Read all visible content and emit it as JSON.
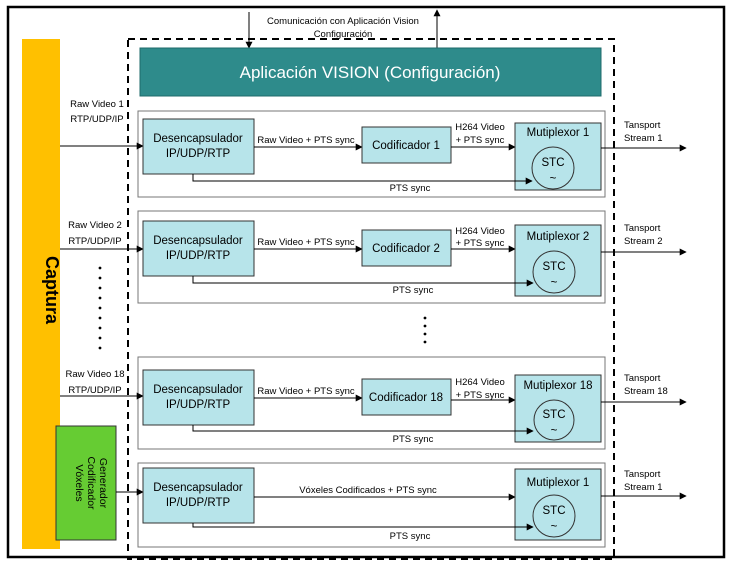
{
  "top_note": {
    "line1": "Comunicación con Aplicación Vision",
    "line2": "Configuración"
  },
  "app_bar": {
    "label": "Aplicación VISION (Configuración)"
  },
  "capture": {
    "label": "Captura"
  },
  "generator": {
    "line1": "Generador",
    "line2": "Codificador",
    "line3": "Vóxeles"
  },
  "channels": [
    {
      "input_line1": "Raw Video 1",
      "input_line2": "RTP/UDP/IP",
      "decap_line1": "Desencapsulador",
      "decap_line2": "IP/UDP/RTP",
      "to_encoder": "Raw Video + PTS sync",
      "encoder": "Codificador 1",
      "h264_line1": "H264 Video",
      "h264_line2": "+ PTS sync",
      "mux": "Mutiplexor 1",
      "stc": "STC",
      "stc_symbol": "~",
      "pts": "PTS sync",
      "out_line1": "Tansport",
      "out_line2": "Stream 1"
    },
    {
      "input_line1": "Raw Video 2",
      "input_line2": "RTP/UDP/IP",
      "decap_line1": "Desencapsulador",
      "decap_line2": "IP/UDP/RTP",
      "to_encoder": "Raw Video + PTS sync",
      "encoder": "Codificador 2",
      "h264_line1": "H264 Video",
      "h264_line2": "+ PTS sync",
      "mux": "Mutiplexor 2",
      "stc": "STC",
      "stc_symbol": "~",
      "pts": "PTS sync",
      "out_line1": "Tansport",
      "out_line2": "Stream 2"
    },
    {
      "input_line1": "Raw Video 18",
      "input_line2": "RTP/UDP/IP",
      "decap_line1": "Desencapsulador",
      "decap_line2": "IP/UDP/RTP",
      "to_encoder": "Raw Video + PTS sync",
      "encoder": "Codificador 18",
      "h264_line1": "H264 Video",
      "h264_line2": "+ PTS sync",
      "mux": "Mutiplexor 18",
      "stc": "STC",
      "stc_symbol": "~",
      "pts": "PTS sync",
      "out_line1": "Tansport",
      "out_line2": "Stream 18"
    }
  ],
  "voxel_channel": {
    "decap_line1": "Desencapsulador",
    "decap_line2": "IP/UDP/RTP",
    "to_mux": "Vóxeles Codificados + PTS sync",
    "mux": "Mutiplexor 1",
    "stc": "STC",
    "stc_symbol": "~",
    "pts": "PTS sync",
    "out_line1": "Tansport",
    "out_line2": "Stream 1"
  },
  "colors": {
    "app_bar": "#2e8b8b",
    "box_fill": "#b7e4ea",
    "capture": "#ffc000",
    "generator": "#66cc33"
  }
}
